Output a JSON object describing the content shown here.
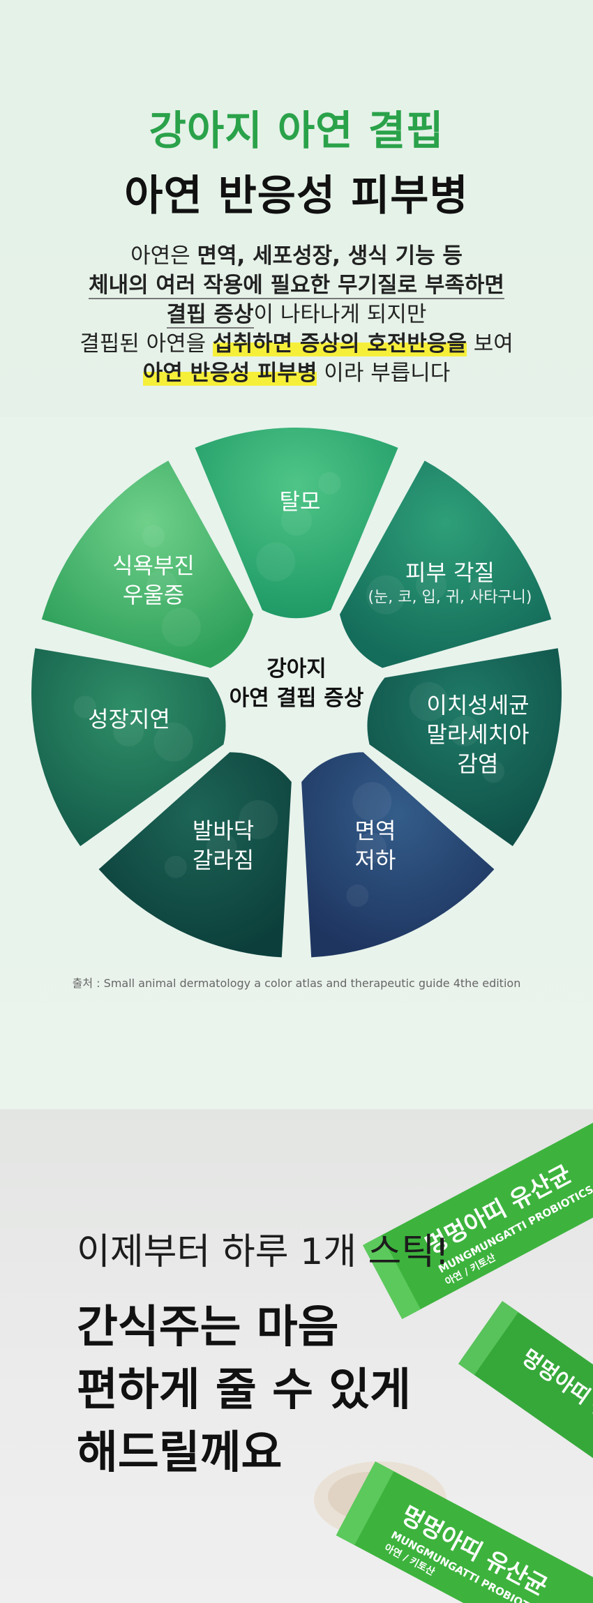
{
  "header": {
    "title_green": "강아지 아연 결핍",
    "title_black": "아연 반응성 피부병"
  },
  "description": {
    "l1_a": "아연은 ",
    "l1_b": "면역, 세포성장, 생식 기능 등",
    "l2": "체내의 여러 작용에 필요한 무기질로 부족하면",
    "l3_a": "결핍 증상",
    "l3_b": "이 나타나게 되지만",
    "l4_a": "결핍된 아연을 ",
    "l4_b": "섭취하면 증상의 호전반응을",
    "l4_c": " 보여",
    "l5_a": "아연 반응성 피부병",
    "l5_b": " 이라 부릅니다"
  },
  "wheel": {
    "center_l1": "강아지",
    "center_l2": "아연 결핍 증상",
    "segments": {
      "hairloss": "탈모",
      "skin_l1": "피부 각질",
      "skin_sub": "(눈, 코, 입, 귀, 사타구니)",
      "bacteria_l1": "이치성세균",
      "bacteria_l2": "말라세치아",
      "bacteria_l3": "감염",
      "immune_l1": "면역",
      "immune_l2": "저하",
      "paw_l1": "발바닥",
      "paw_l2": "갈라짐",
      "growth": "성장지연",
      "appetite_l1": "식욕부진",
      "appetite_l2": "우울증"
    },
    "colors": [
      "#2aa86a",
      "#1f8a66",
      "#146a57",
      "#243f6e",
      "#0f4a45",
      "#1a6b52",
      "#3aa860"
    ]
  },
  "source": "출처 : Small animal dermatology a color atlas and therapeutic guide 4the edition",
  "product": {
    "tagline": "이제부터 하루 1개 스틱!",
    "headline_l1": "간식주는 마음",
    "headline_l2": "편하게 줄 수 있게",
    "headline_l3": "해드릴께요",
    "stick_name": "멍멍아띠 유산균",
    "stick_en": "MUNGMUNGATTI PROBIOTICS",
    "stick_sub": "아연 / 키토산",
    "stick_color": "#3db33d"
  }
}
